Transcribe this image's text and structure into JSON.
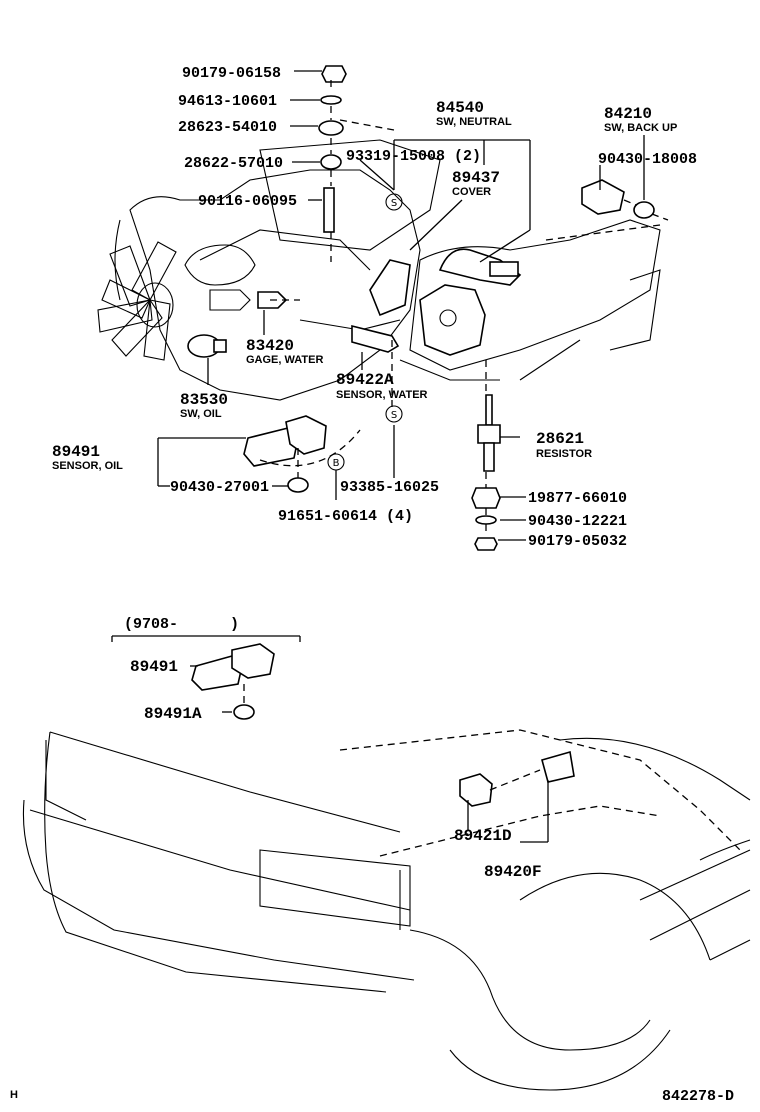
{
  "callouts": {
    "p90179_06158": "90179-06158",
    "p94613_10601": "94613-10601",
    "p28623_54010": "28623-54010",
    "p28622_57010": "28622-57010",
    "p93319_15008": "93319-15008 (2)",
    "p90116_06095": "90116-06095",
    "p84540": "84540",
    "p84540_desc": "SW, NEUTRAL",
    "p89437": "89437",
    "p89437_desc": "COVER",
    "p84210": "84210",
    "p84210_desc": "SW, BACK UP",
    "p90430_18008": "90430-18008",
    "p83420": "83420",
    "p83420_desc": "GAGE, WATER",
    "p83530": "83530",
    "p83530_desc": "SW, OIL",
    "p89422A": "89422A",
    "p89422A_desc": "SENSOR, WATER",
    "p89491": "89491",
    "p89491_desc": "SENSOR, OIL",
    "p90430_27001": "90430-27001",
    "p93385_16025": "93385-16025",
    "p91651_60614": "91651-60614 (4)",
    "p28621": "28621",
    "p28621_desc": "RESISTOR",
    "p19877_66010": "19877-66010",
    "p90430_12221": "90430-12221",
    "p90179_05032": "90179-05032",
    "p9708_open": "(9708-",
    "p9708_close": ")",
    "p89491_b": "89491",
    "p89491A": "89491A",
    "p89421D": "89421D",
    "p89420F": "89420F"
  },
  "symbols": {
    "s_mark": "S",
    "b_mark": "B"
  },
  "footer": {
    "left": "H",
    "right": "842278-D"
  }
}
